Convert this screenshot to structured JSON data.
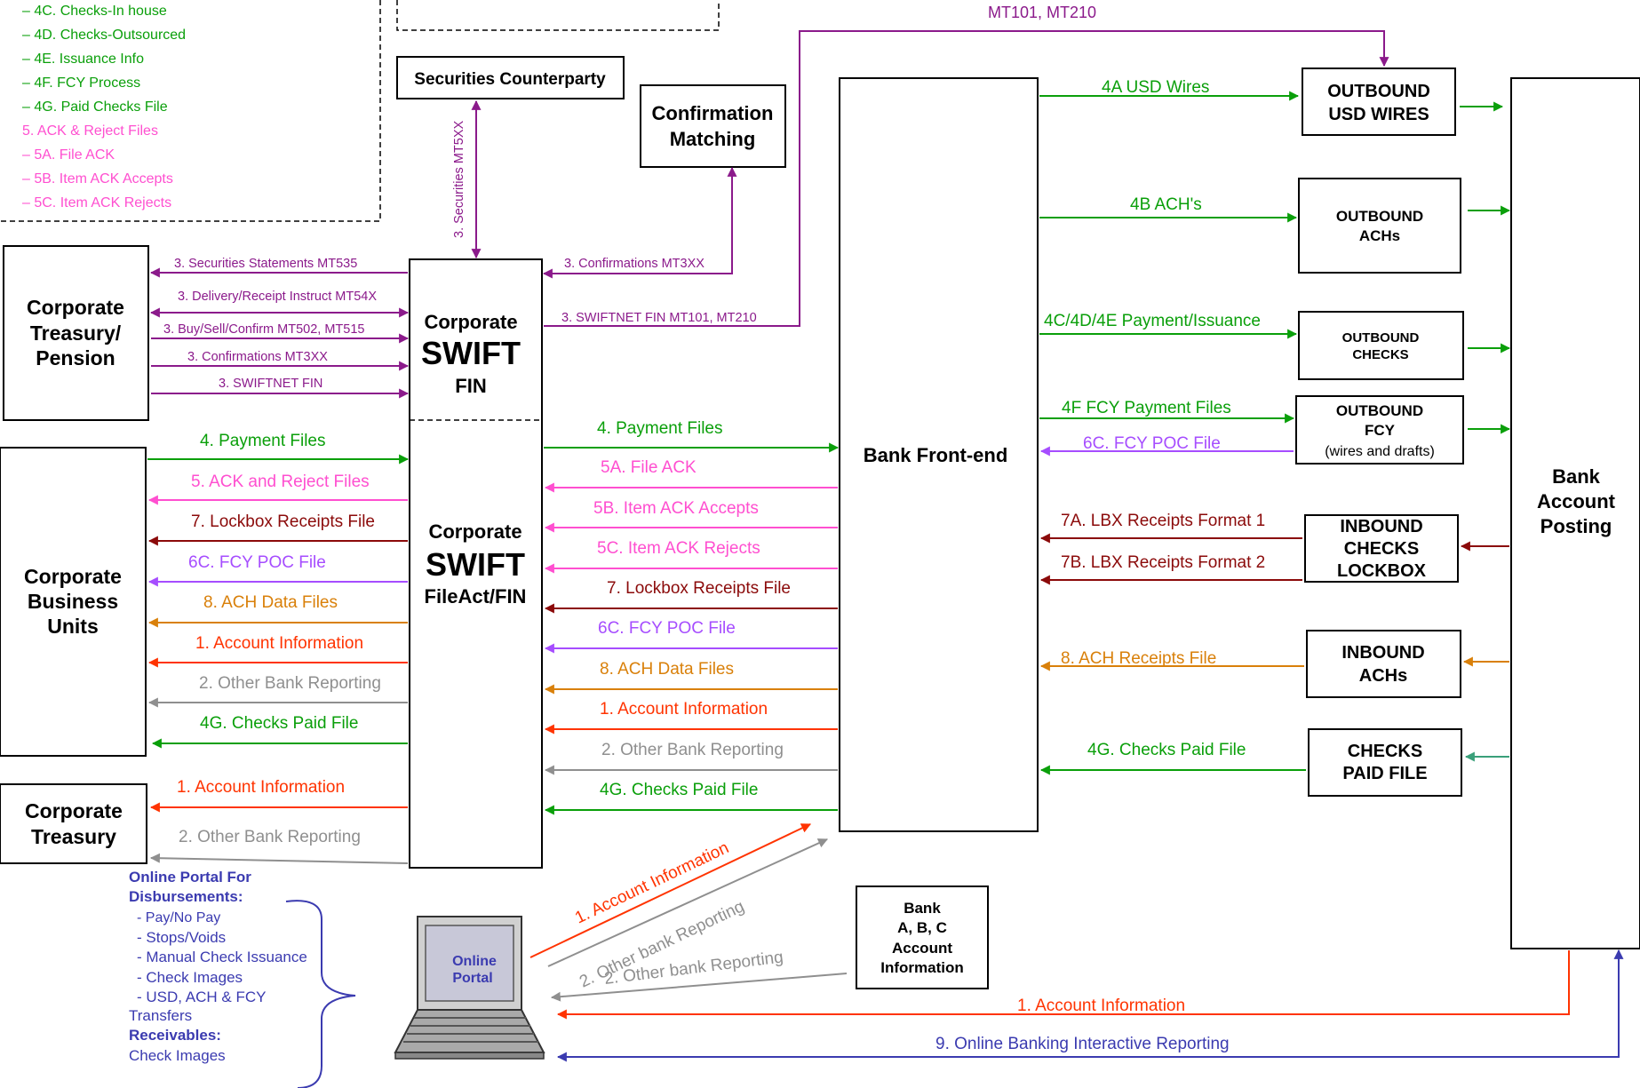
{
  "colors": {
    "green": "#0a9f0a",
    "pink": "#ff4fd0",
    "maroon": "#8b0a0a",
    "violet": "#a64dff",
    "orange": "#d9800a",
    "red": "#ff3300",
    "gray": "#8f8f8f",
    "purple": "#8b1a8b",
    "navy": "#3b3bb0",
    "teal": "#3aa07a"
  },
  "legend": {
    "items": [
      "– 4C. Checks-In house",
      "– 4D. Checks-Outsourced",
      "– 4E. Issuance Info",
      "– 4F. FCY Process",
      "– 4G. Paid Checks File",
      "5. ACK & Reject Files",
      "–  5A. File ACK",
      "–  5B. Item ACK Accepts",
      "–  5C. Item ACK Rejects"
    ]
  },
  "boxes": {
    "treasury_pension": [
      "Corporate",
      "Treasury/",
      "Pension"
    ],
    "business_units": [
      "Corporate",
      "Business",
      "Units"
    ],
    "corp_treasury": [
      "Corporate",
      "Treasury"
    ],
    "securities_counterparty": "Securities Counterparty",
    "confirmation_matching": [
      "Confirmation",
      "Matching"
    ],
    "swift_fin": [
      "Corporate",
      "SWIFT",
      "FIN"
    ],
    "swift_fileact": [
      "Corporate",
      "SWIFT",
      "FileAct/FIN"
    ],
    "bank_frontend": "Bank Front-end",
    "outbound_usd": [
      "OUTBOUND",
      "USD WIRES"
    ],
    "outbound_achs": [
      "OUTBOUND",
      "ACHs"
    ],
    "outbound_checks": [
      "OUTBOUND",
      "CHECKS"
    ],
    "outbound_fcy": [
      "OUTBOUND",
      "FCY",
      "(wires and drafts)"
    ],
    "inbound_checks": [
      "INBOUND",
      "CHECKS",
      "LOCKBOX"
    ],
    "inbound_achs": [
      "INBOUND",
      "ACHs"
    ],
    "checks_paid": [
      "CHECKS",
      "PAID FILE"
    ],
    "bank_abc": [
      "Bank",
      "A, B, C",
      "Account",
      "Information"
    ],
    "bank_posting": [
      "Bank",
      "Account",
      "Posting"
    ],
    "online_portal": [
      "Online",
      "Portal"
    ]
  },
  "portal_notes": {
    "title1": "Online Portal For",
    "title2": "Disbursements:",
    "items": [
      "- Pay/No Pay",
      "- Stops/Voids",
      "- Manual Check Issuance",
      "- Check Images",
      "- USD, ACH & FCY",
      "Transfers"
    ],
    "title3": "Receivables:",
    "last": "Check Images"
  },
  "flows": {
    "top_mt101": "MT101, MT210",
    "sec_mt5xx": "3. Securities MT5XX",
    "sec_statements": "3. Securities Statements MT535",
    "delivery_receipt": "3. Delivery/Receipt Instruct MT54X",
    "buy_sell": "3. Buy/Sell/Confirm MT502, MT515",
    "confirmations_left": "3. Confirmations MT3XX",
    "swiftnet_left": "3. SWIFTNET FIN",
    "confirmations_right": "3. Confirmations MT3XX",
    "swiftnet_right": "3. SWIFTNET FIN MT101,  MT210",
    "left": [
      "4. Payment Files",
      "5. ACK and Reject Files",
      "7. Lockbox Receipts File",
      "6C. FCY POC File",
      "8. ACH Data Files",
      "1. Account Information",
      "2. Other Bank Reporting",
      "4G. Checks Paid File"
    ],
    "treasury": [
      "1. Account Information",
      "2. Other Bank Reporting"
    ],
    "mid": [
      "4. Payment Files",
      "5A. File ACK",
      "5B. Item ACK Accepts",
      "5C. Item ACK Rejects",
      "7. Lockbox Receipts File",
      "6C. FCY POC File",
      "8. ACH Data Files",
      "1. Account Information",
      "2. Other Bank Reporting",
      "4G. Checks Paid File"
    ],
    "right": {
      "usd": "4A USD Wires",
      "ach": "4B ACH's",
      "checks": "4C/4D/4E Payment/Issuance",
      "fcy": "4F FCY Payment Files",
      "poc": "6C. FCY POC File",
      "lbx1": "7A. LBX Receipts Format 1",
      "lbx2": "7B. LBX Receipts Format 2",
      "ach_rec": "8. ACH Receipts File",
      "paid": "4G. Checks Paid File"
    },
    "portal_acct": "1. Account Information",
    "portal_other": "2. Other bank Reporting",
    "abc_other": "2. Other bank Reporting",
    "bottom_acct": "1. Account Information",
    "bottom_online": "9. Online Banking Interactive Reporting"
  }
}
